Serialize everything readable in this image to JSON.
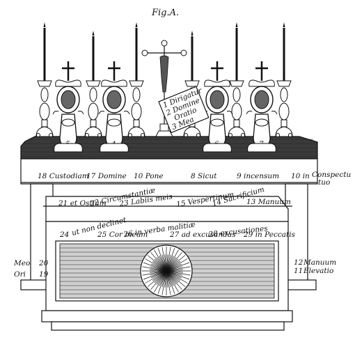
{
  "figure": {
    "title": "Fig.A."
  },
  "card": {
    "lines": [
      "1 Dirigatur",
      "2 Domine",
      "Oratio",
      "3 Mea"
    ]
  },
  "candle_numbers": [
    "5",
    "4",
    "6",
    "7"
  ],
  "mensa_labels": {
    "l18": "18 Custodiam",
    "l17": "17 Domine",
    "l10a": "10 Pone",
    "l8": "8 Sicut",
    "l9": "9 incensum",
    "l10b": "10 in",
    "conspectu": "Conspectu",
    "tuo": "tuo"
  },
  "front_labels": {
    "l21": "21 et Ostium",
    "l22": "22 Circumstantiæ",
    "l23": "23 Labiis meis",
    "l15": "15 Vespertinum",
    "l14": "14 Sacrificium",
    "l13": "13 Manuum",
    "l24": "24",
    "declinet": "ut non declinet",
    "l25": "25 Cor meum",
    "l26": "26 in verba malitiæ",
    "l27": "27 ad excusandas",
    "l28": "28 excusationes",
    "l29": "29 in Peccatis"
  },
  "side_labels": {
    "meo": "Meo",
    "n20": "20",
    "ori": "Ori",
    "n19": "19",
    "manuum": "Manuum",
    "n12": "12",
    "elevatio": "Elevatio",
    "n11": "11"
  }
}
